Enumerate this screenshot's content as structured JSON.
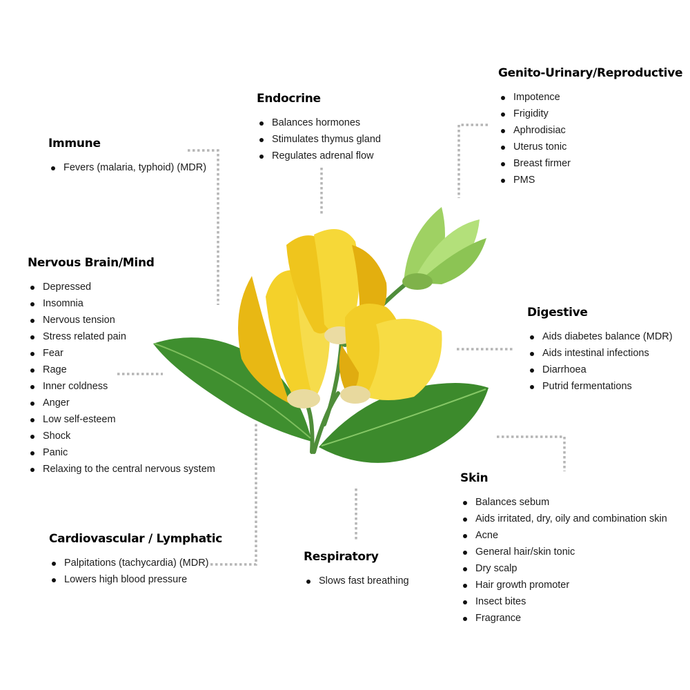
{
  "sections": {
    "immune": {
      "title": "Immune",
      "items": [
        "Fevers (malaria, typhoid) (MDR)"
      ]
    },
    "endocrine": {
      "title": "Endocrine",
      "items": [
        "Balances hormones",
        "Stimulates thymus gland",
        "Regulates adrenal flow"
      ]
    },
    "genito": {
      "title": "Genito-Urinary/Reproductive",
      "items": [
        "Impotence",
        "Frigidity",
        "Aphrodisiac",
        "Uterus tonic",
        "Breast firmer",
        "PMS"
      ]
    },
    "nervous": {
      "title": "Nervous Brain/Mind",
      "items": [
        "Depressed",
        "Insomnia",
        "Nervous tension",
        "Stress related pain",
        "Fear",
        "Rage",
        "Inner coldness",
        "Anger",
        "Low self-esteem",
        "Shock",
        "Panic",
        "Relaxing to the central nervous system"
      ]
    },
    "digestive": {
      "title": "Digestive",
      "items": [
        "Aids diabetes balance (MDR)",
        "Aids intestinal infections",
        "Diarrhoea",
        "Putrid fermentations"
      ]
    },
    "skin": {
      "title": "Skin",
      "items": [
        "Balances sebum",
        "Aids irritated, dry, oily and combination skin",
        "Acne",
        "General hair/skin tonic",
        "Dry scalp",
        "Hair growth promoter",
        "Insect bites",
        "Fragrance"
      ]
    },
    "cardio": {
      "title": "Cardiovascular / Lymphatic",
      "items": [
        "Palpitations (tachycardia) (MDR)",
        "Lowers high blood pressure"
      ]
    },
    "respiratory": {
      "title": "Respiratory",
      "items": [
        "Slows fast breathing"
      ]
    }
  },
  "colors": {
    "connector": "#b5b5b5",
    "petal": "#f3cf1f",
    "petal_dark": "#d9a90e",
    "leaf": "#3f8f2f",
    "leaf_dark": "#2c6d21",
    "bud": "#a9d86a"
  }
}
